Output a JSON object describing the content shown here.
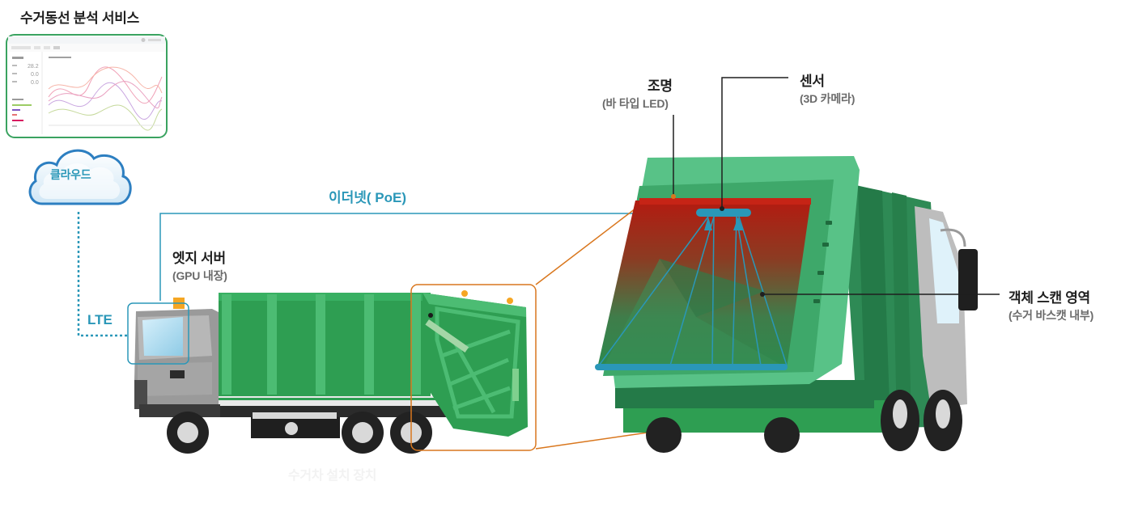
{
  "service": {
    "title": "수거동선 분석 서비스"
  },
  "dashboard": {
    "values": [
      "28.2",
      "0.0",
      "0.0"
    ]
  },
  "cloud": {
    "label": "클라우드"
  },
  "links": {
    "lte": "LTE",
    "ethernet": "이더넷( PoE)"
  },
  "edge_server": {
    "title": "엣지 서버",
    "subtitle": "(GPU 내장)"
  },
  "lighting": {
    "title": "조명",
    "subtitle": "(바 타입 LED)"
  },
  "sensor": {
    "title": "센서",
    "subtitle": "(3D 카메라)"
  },
  "scan_area": {
    "title": "객체 스캔 영역",
    "subtitle": "(수거 바스캣 내부)"
  },
  "truck": {
    "caption": "수거차 설치 장치"
  },
  "colors": {
    "truck_green": "#2e9e52",
    "panel_green": "#58c287",
    "accent_blue": "#2a97b8",
    "callout_orange": "#d9771e",
    "scan_red": "#b71c12"
  }
}
